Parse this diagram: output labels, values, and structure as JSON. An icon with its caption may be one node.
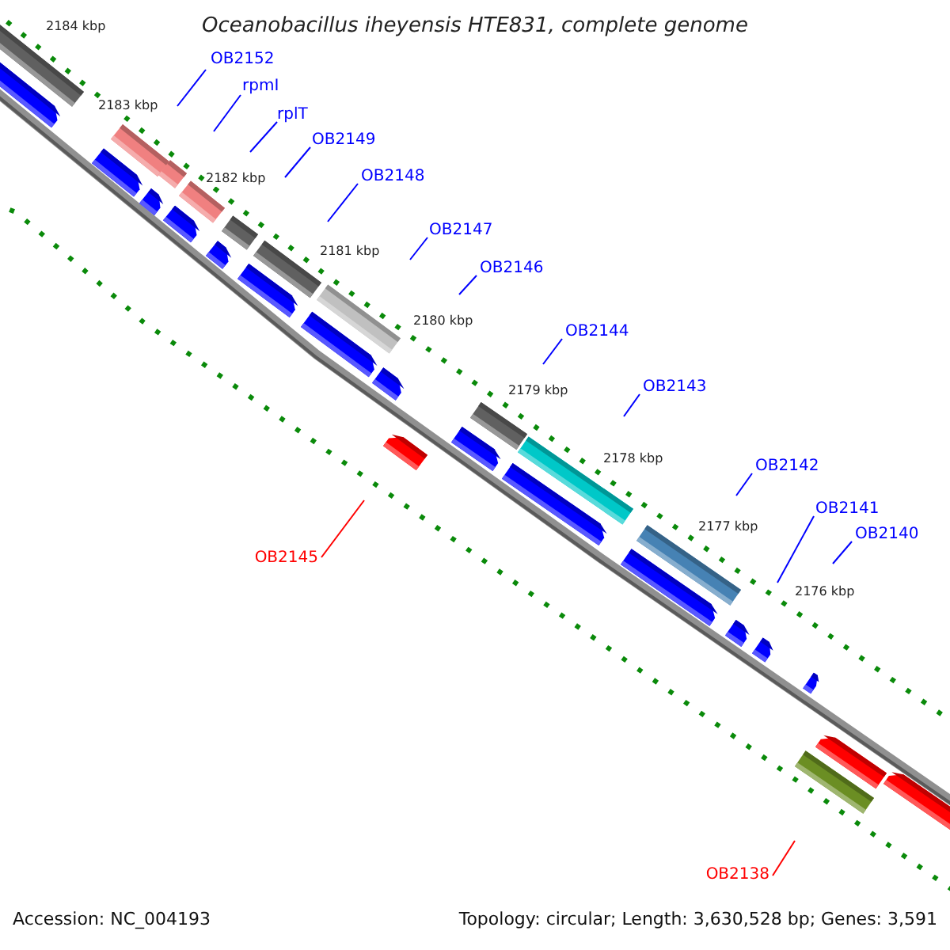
{
  "diagram": {
    "title": "Oceanobacillus iheyensis HTE831, complete genome",
    "nodes": [
      {
        "text": [
          "OB2152"
        ]
      },
      {
        "text": [
          "rpmI"
        ]
      },
      {
        "text": [
          "rplT"
        ]
      },
      {
        "text": [
          "OB2149"
        ]
      },
      {
        "text": [
          "OB2148"
        ]
      },
      {
        "text": [
          "OB2147"
        ]
      },
      {
        "text": [
          "OB2146"
        ]
      },
      {
        "text": [
          "OB2145"
        ]
      },
      {
        "text": [
          "OB2144"
        ]
      },
      {
        "text": [
          "OB2143"
        ]
      },
      {
        "text": [
          "OB2142"
        ]
      },
      {
        "text": [
          "OB2141"
        ]
      },
      {
        "text": [
          "OB2140"
        ]
      },
      {
        "text": [
          "OB2138"
        ]
      }
    ],
    "edges": [
      {
        "from": 0,
        "to": null,
        "arrow": "none"
      },
      {
        "from": 1,
        "to": null,
        "arrow": "none"
      },
      {
        "from": 2,
        "to": null,
        "arrow": "none"
      },
      {
        "from": 3,
        "to": null,
        "arrow": "none"
      },
      {
        "from": 4,
        "to": null,
        "arrow": "none"
      },
      {
        "from": 5,
        "to": null,
        "arrow": "none"
      },
      {
        "from": 6,
        "to": null,
        "arrow": "none"
      },
      {
        "from": 7,
        "to": null,
        "arrow": "none",
        "color": "#ff0000"
      },
      {
        "from": 8,
        "to": null,
        "arrow": "none"
      },
      {
        "from": 9,
        "to": null,
        "arrow": "none"
      },
      {
        "from": 10,
        "to": null,
        "arrow": "none"
      },
      {
        "from": 11,
        "to": null,
        "arrow": "none"
      },
      {
        "from": 12,
        "to": null,
        "arrow": "none"
      },
      {
        "from": 13,
        "to": null,
        "arrow": "none",
        "color": "#ff0000"
      }
    ],
    "labels": [
      "2184 kbp",
      "2183 kbp",
      "2182 kbp",
      "2181 kbp",
      "2180 kbp",
      "2179 kbp",
      "2178 kbp",
      "2177 kbp",
      "2176 kbp",
      "Accession: NC_004193",
      "Topology: circular; Length: 3,630,528 bp; Genes: 3,591"
    ]
  }
}
